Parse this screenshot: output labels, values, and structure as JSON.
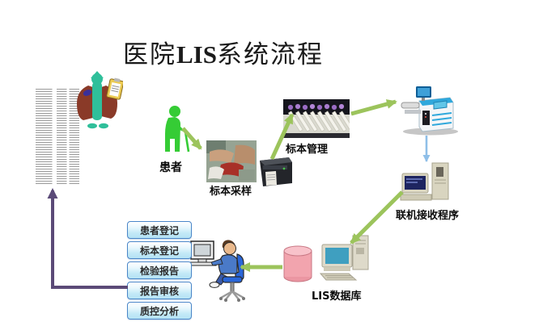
{
  "title": {
    "prefix": "医院",
    "acronym": "LIS",
    "suffix": "系统流程"
  },
  "nodes": {
    "patient": {
      "label": "患者",
      "icon": "elderly-patient-icon"
    },
    "sampling": {
      "label": "标本采样",
      "icon": "blood-draw-photo"
    },
    "label_printer": {
      "icon": "label-printer-icon"
    },
    "management": {
      "label": "标本管理",
      "icon": "test-tubes-photo"
    },
    "analyzer": {
      "icon": "lab-analyzer-icon"
    },
    "receiver": {
      "label": "联机接收程序",
      "icon": "workstation-computer-icon"
    },
    "database": {
      "label": "LIS数据库",
      "icon": "desktop-computer-with-database-icon"
    },
    "operator": {
      "icon": "operator-at-desk-icon"
    },
    "doctor": {
      "icon": "doctor-with-clipboard-icon"
    },
    "report_list": {
      "icon": "lab-report-list-image"
    }
  },
  "boxes": [
    {
      "label": "患者登记"
    },
    {
      "label": "标本登记"
    },
    {
      "label": "检验报告"
    },
    {
      "label": "报告审核"
    },
    {
      "label": "质控分析"
    }
  ],
  "colors": {
    "arrow_green": "#9cc45c",
    "arrow_blue": "#8fbfe8",
    "arrow_purple": "#5b4a78",
    "box_border": "#4a86c8",
    "box_fill": "#c2e9f7",
    "database_cylinder": "#f2a4ae",
    "patient_green": "#35cc35",
    "analyzer_blue": "#2fa8dc"
  }
}
